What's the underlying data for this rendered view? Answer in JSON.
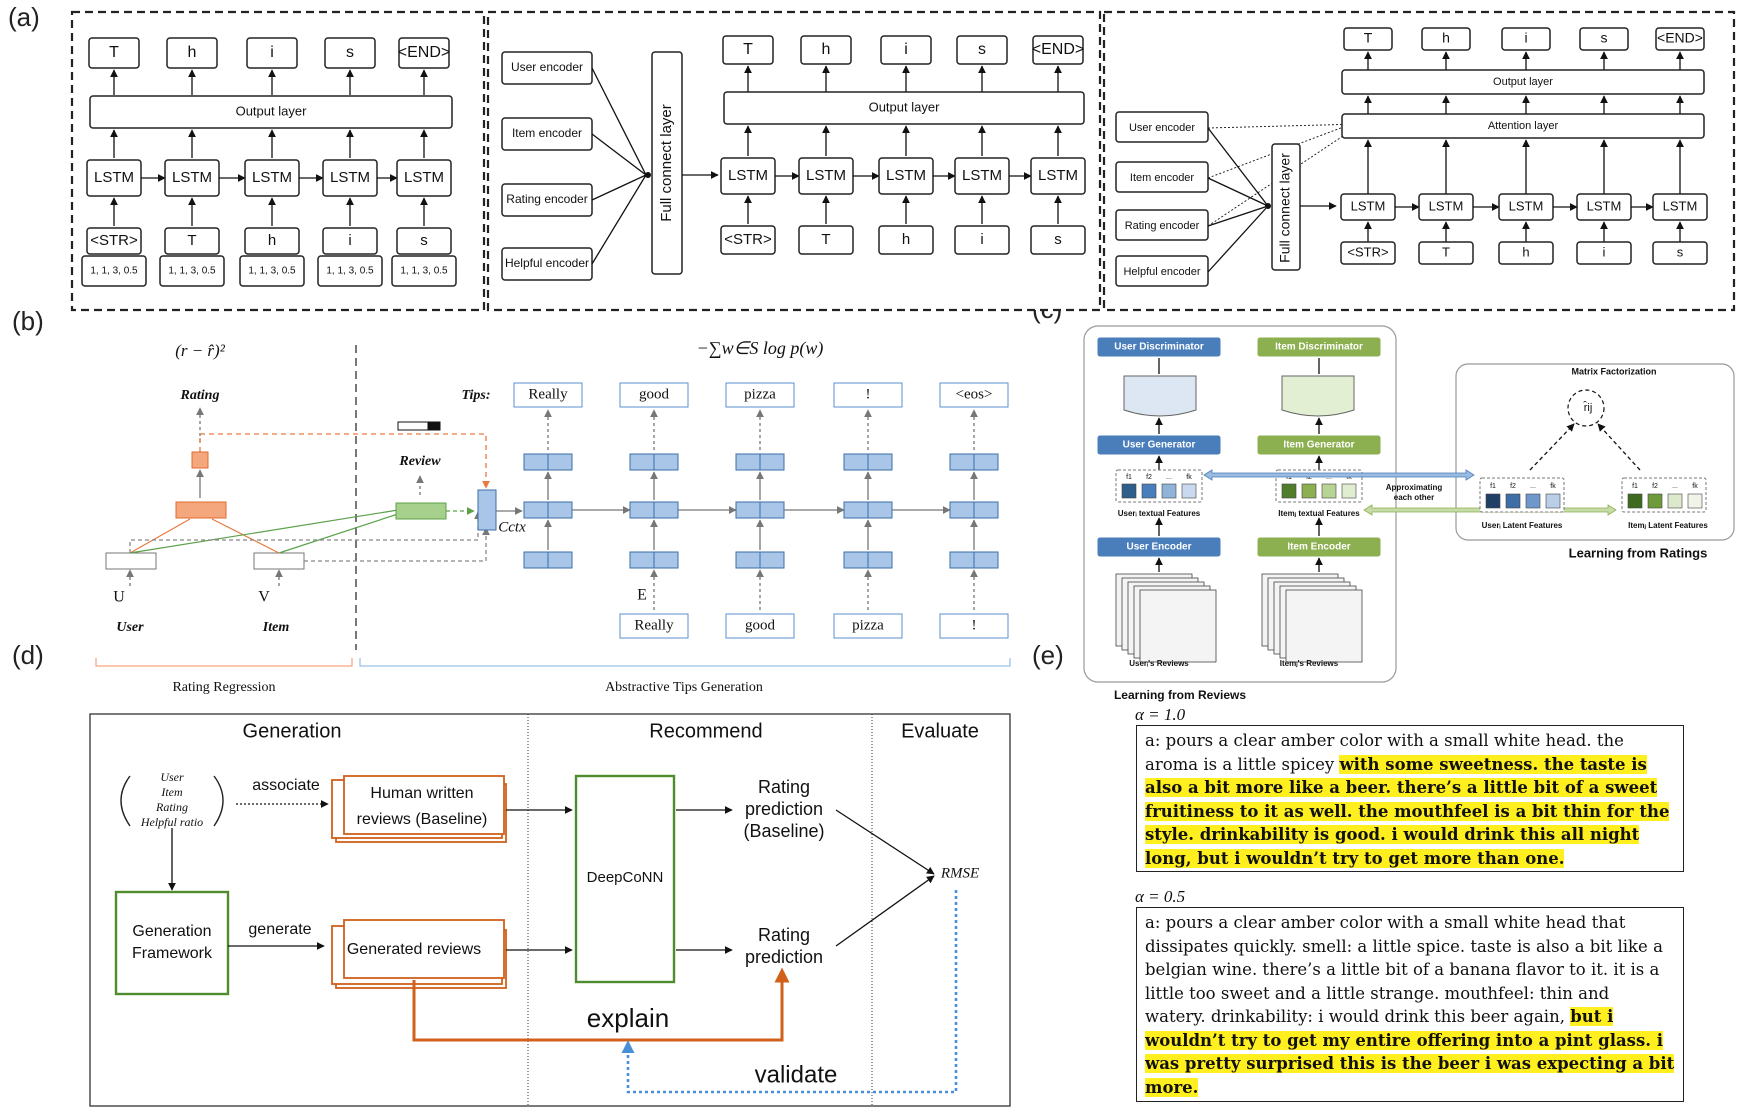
{
  "panel_labels": {
    "a": "(a)",
    "b": "(b)",
    "c": "(c)",
    "d": "(d)",
    "e": "(e)"
  },
  "a": {
    "tokens_out": [
      "T",
      "h",
      "i",
      "s",
      "<END>"
    ],
    "tokens_in": [
      "<STR>",
      "T",
      "h",
      "i",
      "s"
    ],
    "attr_text": "1, 1, 3, 0.5",
    "output_layer": "Output layer",
    "attention_layer": "Attention layer",
    "lstm": "LSTM",
    "encoders": [
      "User encoder",
      "Item encoder",
      "Rating encoder",
      "Helpful encoder"
    ],
    "fc": "Full connect layer"
  },
  "b": {
    "loss_rating": "(r − r̂)²",
    "loss_tips": "−∑w∈S log p(w)",
    "rating": "Rating",
    "review": "Review",
    "tips_label": "Tips:",
    "tips_out": [
      "Really",
      "good",
      "pizza",
      "!",
      "<eos>"
    ],
    "tips_in": [
      "Really",
      "good",
      "pizza",
      "!"
    ],
    "ctx": "Cctx",
    "U": "U",
    "V": "V",
    "E": "E",
    "user": "User",
    "item": "Item",
    "section_left": "Rating Regression",
    "section_right": "Abstractive Tips Generation"
  },
  "c": {
    "user_disc": "User Discriminator",
    "item_disc": "Item Discriminator",
    "user_gen": "User Generator",
    "item_gen": "Item Generator",
    "user_enc": "User Encoder",
    "item_enc": "Item Encoder",
    "user_text_feat": "Userᵢ textual Features",
    "item_text_feat": "Itemⱼ textual Features",
    "approx": "Approximating each other",
    "mf": "Matrix Factorization",
    "rij": "r̂ij",
    "latent": "Userᵢ Latent Features",
    "item_latent": "Itemⱼ Latent Features",
    "learn_ratings": "Learning from Ratings",
    "learn_reviews": "Learning from Reviews",
    "user_reviews": "Userᵢ's Reviews",
    "item_reviews": "Itemⱼ's Reviews",
    "feat_labels": [
      "f1",
      "f2",
      "...",
      "fk"
    ]
  },
  "d": {
    "generation": "Generation",
    "recommend": "Recommend",
    "evaluate": "Evaluate",
    "inputs": [
      "User",
      "Item",
      "Rating",
      "Helpful ratio"
    ],
    "associate": "associate",
    "human": [
      "Human written",
      "reviews (Baseline)"
    ],
    "gen_framework": [
      "Generation",
      "Framework"
    ],
    "generate": "generate",
    "generated": "Generated reviews",
    "deepconn": "DeepCoNN",
    "rating_base": [
      "Rating",
      "prediction",
      "(Baseline)"
    ],
    "rating_pred": [
      "Rating",
      "prediction"
    ],
    "rmse": "RMSE",
    "explain": "explain",
    "validate": "validate"
  },
  "e": {
    "alpha1": "α = 1.0",
    "alpha2": "α = 0.5",
    "r1_plain": "a: pours a clear amber color with a small white head. the aroma is a little spicey ",
    "r1_hl": "with some sweetness. the taste is also a bit more like a beer. there’s a little bit of a sweet fruitiness to it as well. the mouthfeel is a bit thin for the style. drinkability is good. i would drink this all night long, but i wouldn’t try to get more than one.",
    "r2_plain": "a: pours a clear amber color with a small white head that dissipates quickly. smell: a little spice. taste is also a bit like a belgian wine. there’s a little bit of a banana flavor to it. it is a little too sweet and a little strange. mouthfeel: thin and watery. drinkability: i would drink this beer again, ",
    "r2_hl": "but i wouldn’t try to get my entire offering into a pint glass. i was pretty surprised this is the beer i was expecting a bit more."
  },
  "colors": {
    "orange": "#f0905c",
    "green": "#8fbf6a",
    "blue": "#a9c6e8",
    "c_blue": "#4a7ebb",
    "c_green": "#8cb050",
    "d_green": "#4e8c2e",
    "d_orange": "#d0601a",
    "d_blue": "#4a90d9",
    "highlight": "#ffef1f"
  }
}
